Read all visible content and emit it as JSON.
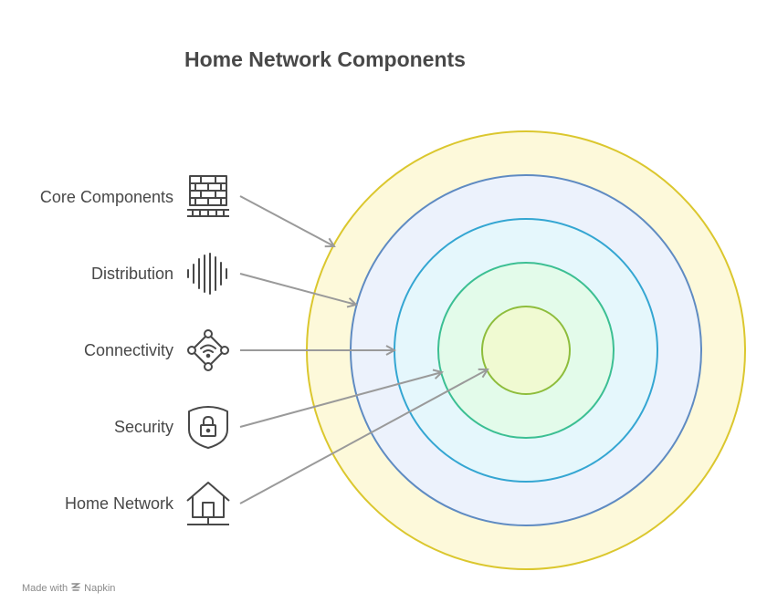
{
  "title": "Home Network Components",
  "layers": [
    {
      "label": "Core Components",
      "icon": "brick-wall-icon",
      "fill": "#fdf9da",
      "stroke": "#dbc72e"
    },
    {
      "label": "Distribution",
      "icon": "sound-wave-icon",
      "fill": "#ecf2fc",
      "stroke": "#5f8bc2"
    },
    {
      "label": "Connectivity",
      "icon": "wifi-network-icon",
      "fill": "#e5f7fc",
      "stroke": "#34a6d2"
    },
    {
      "label": "Security",
      "icon": "shield-lock-icon",
      "fill": "#e3fbea",
      "stroke": "#3cbf93"
    },
    {
      "label": "Home Network",
      "icon": "house-icon",
      "fill": "#f0fad2",
      "stroke": "#8ebd3c"
    }
  ],
  "footer": {
    "made_with": "Made with",
    "brand": "Napkin"
  }
}
